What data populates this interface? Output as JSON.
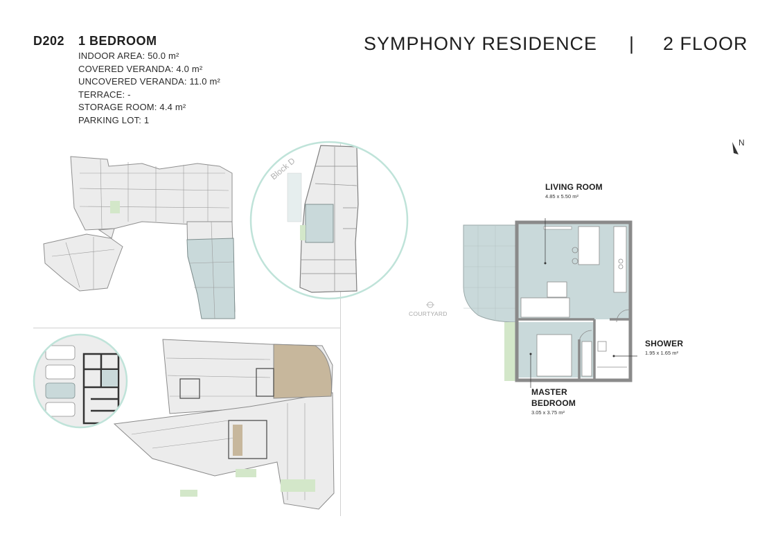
{
  "unit": {
    "code": "D202",
    "type": "1 BEDROOM",
    "specs": [
      "INDOOR AREA: 50.0 m²",
      "COVERED VERANDA: 4.0 m²",
      "UNCOVERED VERANDA: 11.0 m²",
      "TERRACE: -",
      "STORAGE ROOM: 4.4 m²",
      "PARKING LOT: 1"
    ]
  },
  "header": {
    "project": "SYMPHONY RESIDENCE",
    "separator": "|",
    "floor": "2 FLOOR"
  },
  "north_label": "N",
  "block_label": "Block D",
  "courtyard_label": "COURTYARD",
  "rooms": {
    "living": {
      "name": "LIVING ROOM",
      "dims": "4.85 x 5.50 m²"
    },
    "shower": {
      "name": "SHOWER",
      "dims": "1.95 x 1.65 m²"
    },
    "bedroom": {
      "name_line1": "MASTER",
      "name_line2": "BEDROOM",
      "dims": "3.05 x 3.75 m²"
    }
  },
  "colors": {
    "highlight": "#c9d9da",
    "circle": "#bfe3d9",
    "wall": "#8a8a8a",
    "floor_grey": "#ececec",
    "green": "#d3e7c9",
    "ramp": "#c7b79c"
  }
}
